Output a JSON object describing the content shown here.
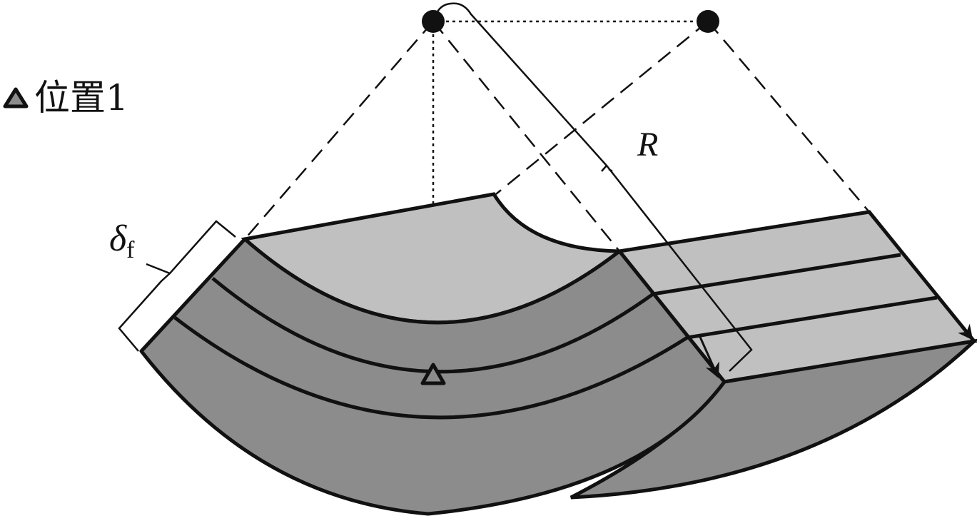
{
  "legend": {
    "marker_icon": "triangle-marker",
    "label": "位置1"
  },
  "labels": {
    "radius": "R",
    "thickness_symbol": "δ",
    "thickness_subscript": "f"
  },
  "colors": {
    "dark_face": "#8c8c8c",
    "light_face": "#c0c0c0",
    "stroke": "#111111"
  }
}
